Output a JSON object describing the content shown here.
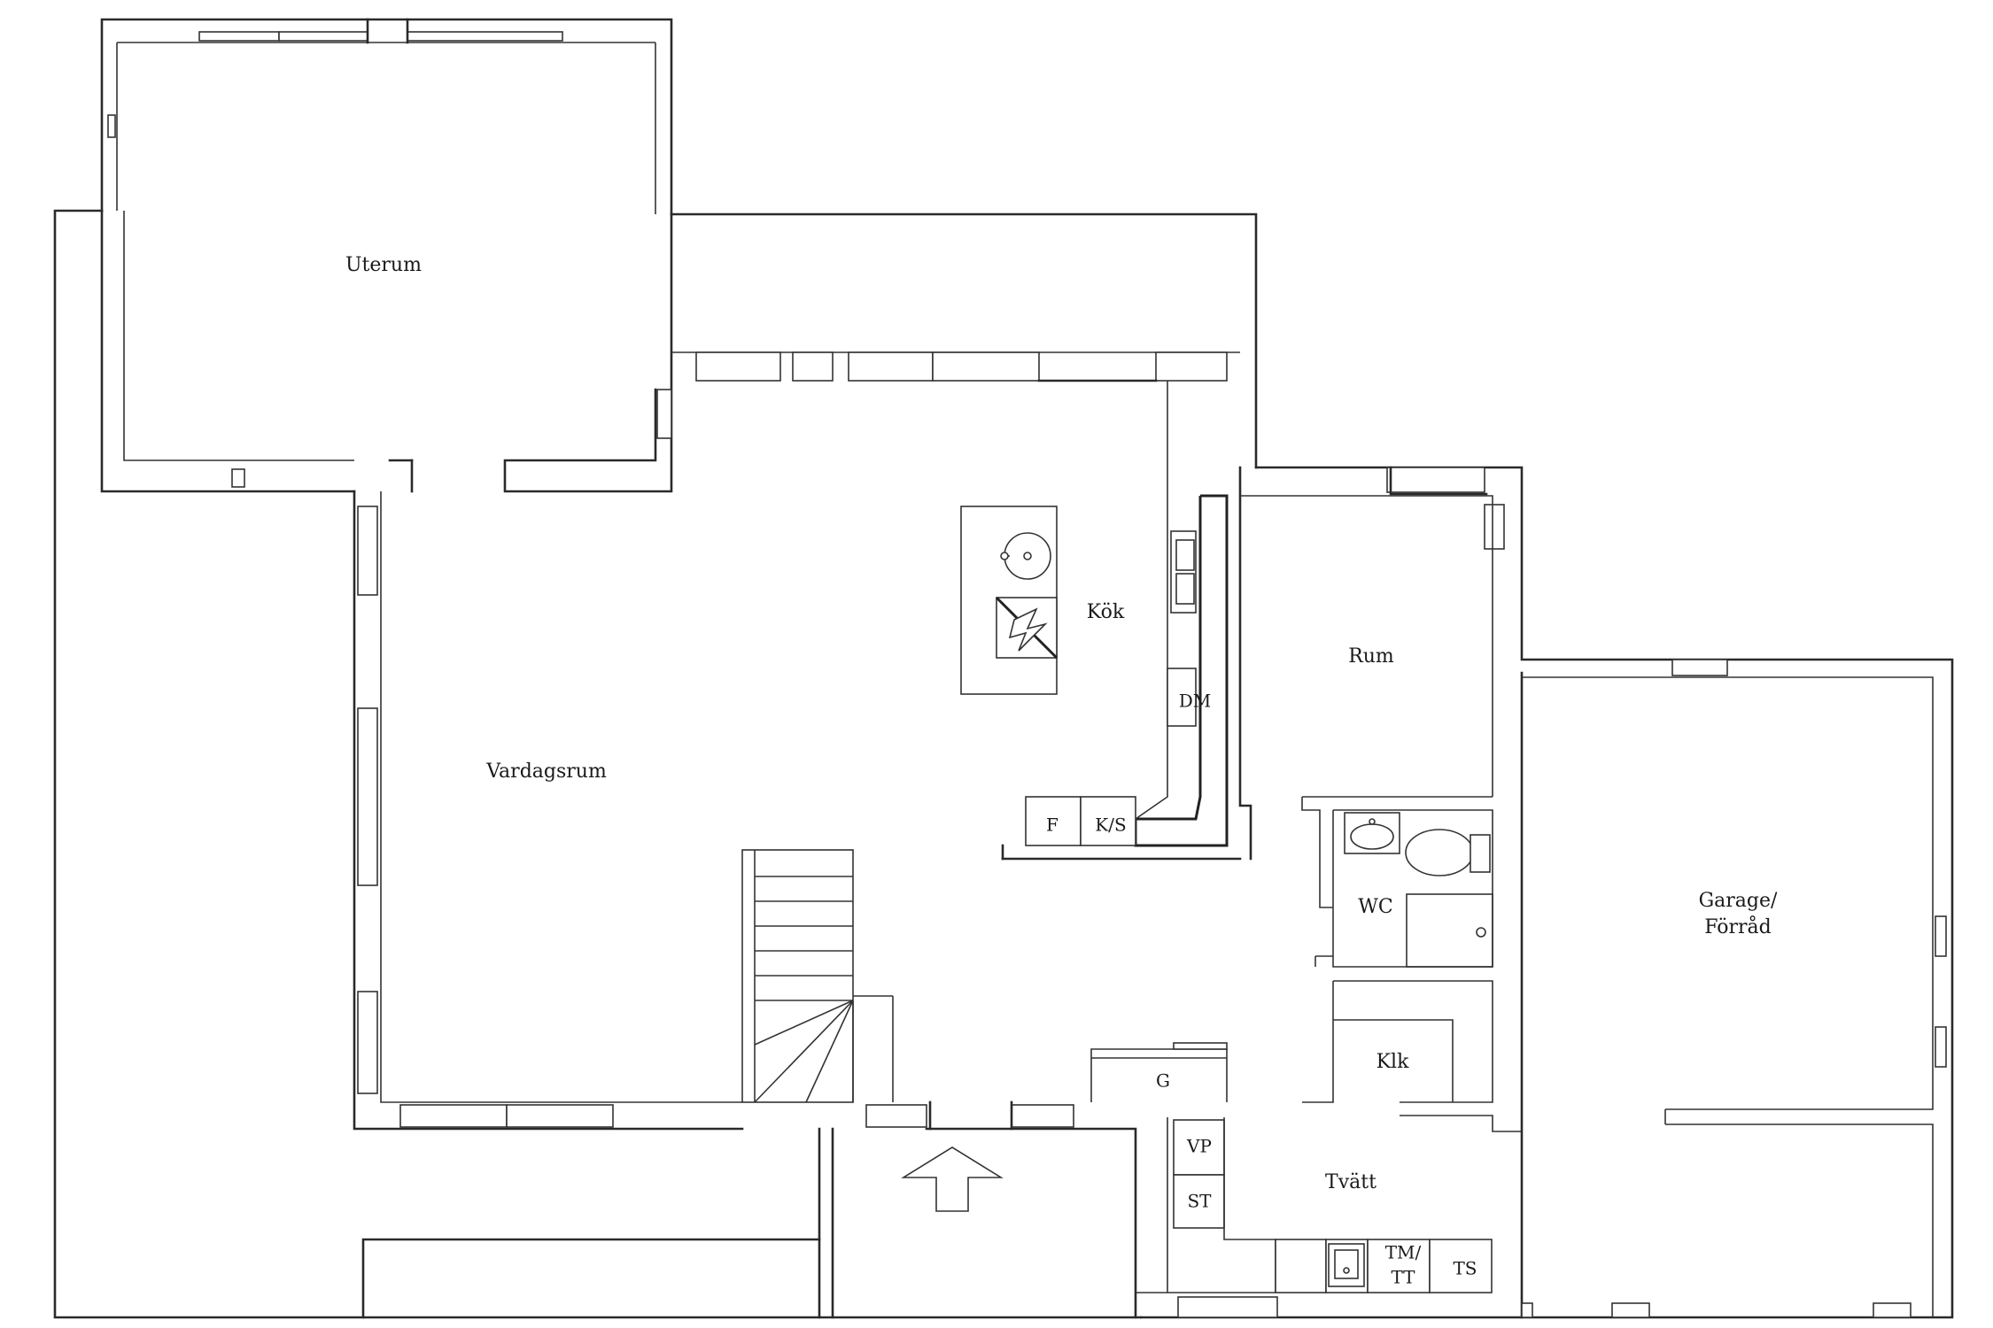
{
  "rooms": {
    "uterum": "Uterum",
    "kok": "Kök",
    "vardagsrum": "Vardagsrum",
    "rum": "Rum",
    "wc": "WC",
    "garage_line1": "Garage/",
    "garage_line2": "Förråd",
    "klk": "Klk",
    "tvatt": "Tvätt"
  },
  "fixtures": {
    "dm": "DM",
    "f": "F",
    "ks": "K/S",
    "g": "G",
    "vp": "VP",
    "st": "ST",
    "tm_line1": "TM/",
    "tm_line2": "TT",
    "ts": "TS"
  },
  "icons": {
    "entrance": "entrance-arrow-icon",
    "sink": "sink-icon",
    "stove": "stove-icon",
    "toilet": "toilet-icon"
  }
}
